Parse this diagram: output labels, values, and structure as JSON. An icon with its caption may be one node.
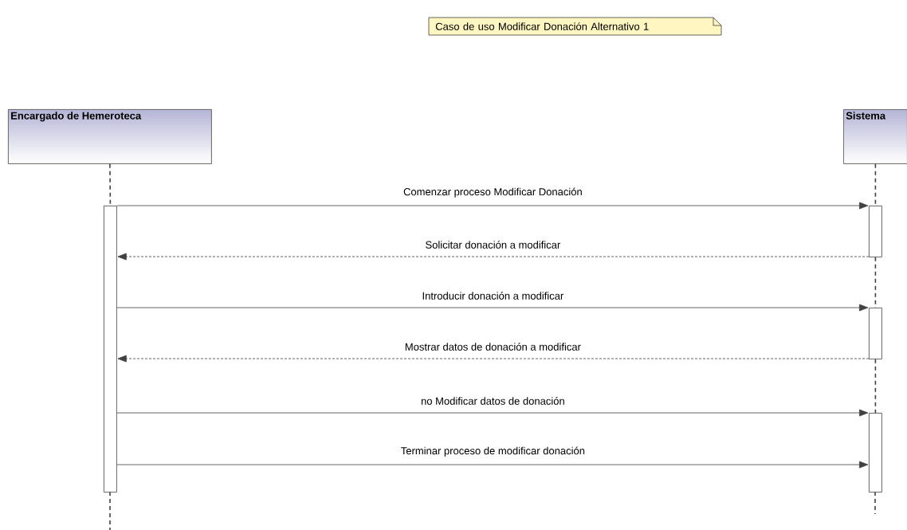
{
  "diagram": {
    "nodes": [
      {
        "text": [
          "Caso de uso Modificar Donación Alternativo 1"
        ]
      },
      {
        "text": [
          "Encargado de Hemeroteca"
        ]
      },
      {
        "text": [
          "Sistema"
        ]
      },
      {
        "text": [],
        "shape": "bar"
      },
      {
        "text": [],
        "shape": "bar"
      },
      {
        "text": [],
        "shape": "bar"
      },
      {
        "text": [],
        "shape": "bar"
      }
    ],
    "edges": [
      {
        "from": 1,
        "to": 3,
        "arrow": "none",
        "style": "dashed"
      },
      {
        "from": 2,
        "to": 4,
        "arrow": "none",
        "style": "dashed"
      },
      {
        "from": 4,
        "to": 5,
        "arrow": "none",
        "style": "dashed"
      },
      {
        "from": 5,
        "to": 6,
        "arrow": "none",
        "style": "dashed"
      },
      {
        "from": 3,
        "to": 4,
        "arrow": "to",
        "label": "Comenzar proceso Modificar Donación"
      },
      {
        "from": 4,
        "to": 3,
        "arrow": "to",
        "label": "Solicitar donación  a modificar",
        "style": "dashed"
      },
      {
        "from": 3,
        "to": 5,
        "arrow": "to",
        "label": "Introducir donación a modificar"
      },
      {
        "from": 5,
        "to": 3,
        "arrow": "to",
        "label": "Mostrar datos de donación a modificar",
        "style": "dashed"
      },
      {
        "from": 3,
        "to": 6,
        "arrow": "to",
        "label": "no Modificar datos  de donación"
      },
      {
        "from": 3,
        "to": 6,
        "arrow": "to",
        "label": "Terminar proceso de modificar donación"
      }
    ]
  }
}
